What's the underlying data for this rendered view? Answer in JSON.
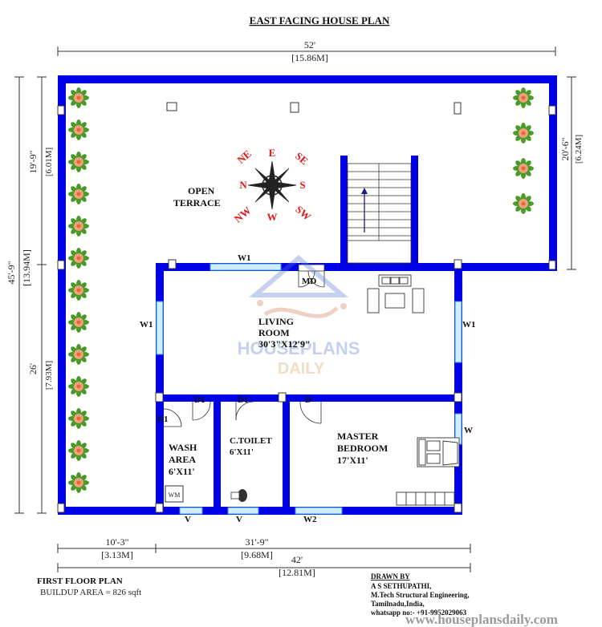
{
  "title": "EAST FACING HOUSE PLAN",
  "dimensions": {
    "top_width": "52'",
    "top_width_m": "[15.86M]",
    "left_total": "45'-9\"",
    "left_total_m": "[13.94M]",
    "left_upper": "19'-9\"",
    "left_upper_m": "[6.01M]",
    "left_lower": "26'",
    "left_lower_m": "[7.93M]",
    "right_upper": "20'-6\"",
    "right_upper_m": "[6.24M]",
    "bottom_left": "10'-3\"",
    "bottom_left_m": "[3.13M]",
    "bottom_mid": "31'-9\"",
    "bottom_mid_m": "[9.68M]",
    "bottom_total": "42'",
    "bottom_total_m": "[12.81M]"
  },
  "compass": {
    "n": "N",
    "ne": "NE",
    "e": "E",
    "se": "SE",
    "s": "S",
    "sw": "SW",
    "w": "W",
    "nw": "NW"
  },
  "rooms": {
    "terrace_line1": "OPEN",
    "terrace_line2": "TERRACE",
    "living_line1": "LIVING",
    "living_line2": "ROOM",
    "living_size": "30'3\"X12'9\"",
    "wash_line1": "WASH",
    "wash_line2": "AREA",
    "wash_size": "6'X11'",
    "toilet_line1": "C.TOILET",
    "toilet_size": "6'X11'",
    "master_line1": "MASTER",
    "master_line2": "BEDROOM",
    "master_size": "17'X11'"
  },
  "openings": {
    "w1_top": "W1",
    "w1_left": "W1",
    "w1_right": "W1",
    "md": "MD",
    "d1_wash_top": "D1",
    "d1_toilet": "D1",
    "d1_wash_side": "D1",
    "d_master": "D",
    "w_master": "W",
    "v_left": "V",
    "v_mid": "V",
    "w2": "W2",
    "wm": "WM"
  },
  "watermark": {
    "line1": "HOUSEPLANS",
    "line2": "DAILY"
  },
  "footer": {
    "plan_name": "FIRST FLOOR PLAN",
    "buildup_area": "BUILDUP AREA = 826 sqft",
    "drawn_by": "DRAWN BY",
    "author": "A S SETHUPATHI,",
    "qualification": "M.Tech Structural Engineering,",
    "location": "Tamilnadu,India,",
    "whatsapp": "whatsapp no:- +91-9952029063",
    "website": "www.houseplansdaily.com"
  },
  "colors": {
    "wall": "#0000e6",
    "window": "#cfefff",
    "compass_red": "#e01818",
    "plants": "#4a9a2a"
  }
}
